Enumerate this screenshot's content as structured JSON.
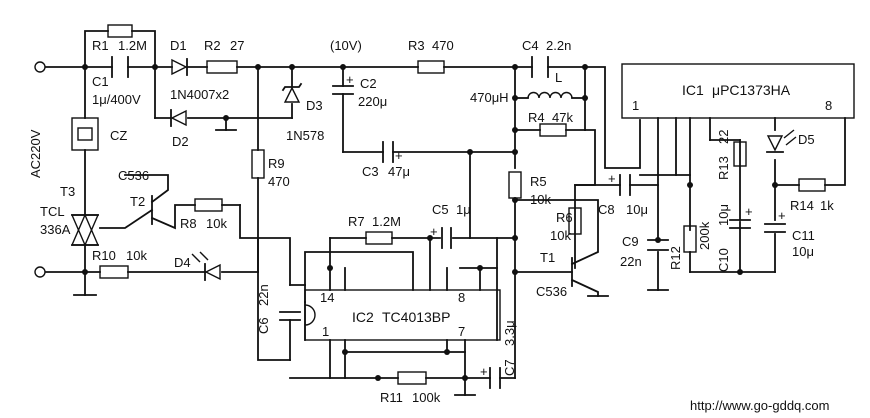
{
  "colors": {
    "ink": "#111111",
    "paper": "#ffffff"
  },
  "labels": {
    "r1": "R1",
    "r1_val": "1.2M",
    "d1": "D1",
    "r2": "R2",
    "r2_val": "27",
    "v10": "(10V)",
    "r3": "R3",
    "r3_val": "470",
    "c4": "C4",
    "c4_val": "2.2n",
    "c1": "C1",
    "c1_val": "1μ/400V",
    "d1d2_type": "1N4007x2",
    "c2": "C2",
    "c2_val": "220μ",
    "d3": "D3",
    "d3_type": "1N578",
    "l": "L",
    "l_val": "470μH",
    "r4": "R4",
    "r4_val": "47k",
    "ic1": "IC1",
    "ic1_type": "μPC1373HA",
    "pin1_ic1": "1",
    "pin8_ic1": "8",
    "cz": "CZ",
    "d2": "D2",
    "ac": "AC220V",
    "c536_top": "C536",
    "c3": "C3",
    "c3_val": "47μ",
    "r9": "R9",
    "r9_val": "470",
    "r13": "R13",
    "r13_val": "22",
    "d5": "D5",
    "t3": "T3",
    "tcl": "TCL",
    "tcl_type": "336A",
    "t2": "T2",
    "r8": "R8",
    "r8_val": "10k",
    "r5": "R5",
    "r5_val": "10k",
    "c8": "C8",
    "c8_val": "10μ",
    "r14": "R14",
    "r14_val": "1k",
    "r7": "R7",
    "r7_val": "1.2M",
    "c5": "C5",
    "c5_val": "1μ",
    "r6": "R6",
    "r6_val": "10k",
    "r12": "R12",
    "r12_val": "200k",
    "c10": "C10",
    "c10_val": "10μ",
    "c11": "C11",
    "c11_val": "10μ",
    "r10": "R10",
    "r10_val": "10k",
    "d4": "D4",
    "c9": "C9",
    "c9_val": "22n",
    "t1": "T1",
    "c536_bot": "C536",
    "c6": "C6",
    "c6_val": "22n",
    "ic2": "IC2",
    "ic2_type": "TC4013BP",
    "pin14": "14",
    "pin8_ic2": "8",
    "pin1_ic2": "1",
    "pin7_ic2": "7",
    "c7": "C7",
    "c7_val": "3.3μ",
    "r11": "R11",
    "r11_val": "100k",
    "url": "http://www.go-gddq.com"
  }
}
